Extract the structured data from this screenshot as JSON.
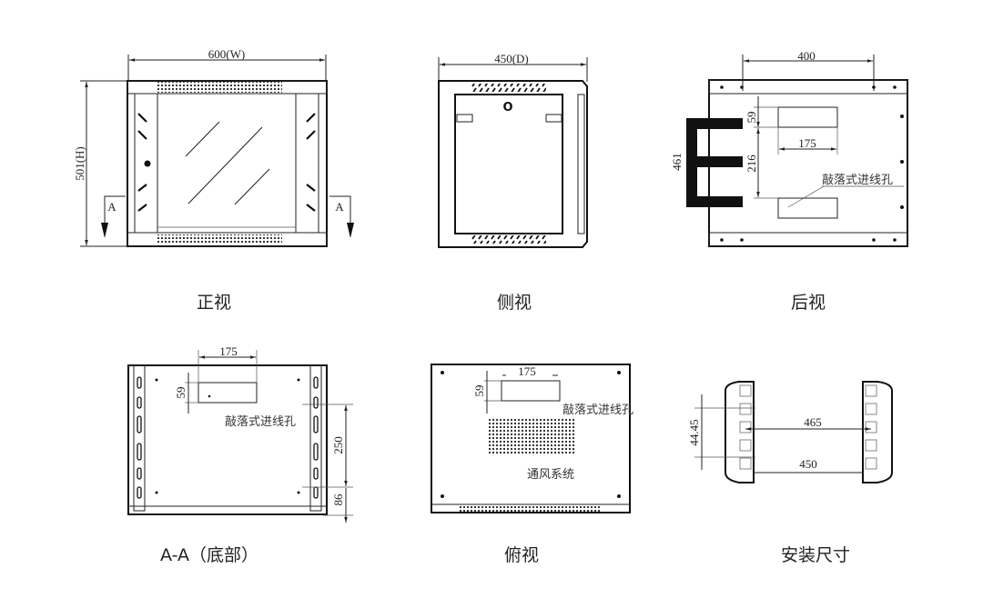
{
  "views": {
    "front": {
      "caption": "正视",
      "width_label": "600(W)",
      "height_label": "501(H)",
      "section_marker": "A"
    },
    "side": {
      "caption": "侧视",
      "depth_label": "450(D)"
    },
    "rear": {
      "caption": "后视",
      "dim_400": "400",
      "dim_59": "59",
      "dim_175": "175",
      "dim_216": "216",
      "dim_461": "461",
      "note": "敲落式进线孔"
    },
    "bottom": {
      "caption": "A-A（底部）",
      "dim_175": "175",
      "dim_59": "59",
      "dim_250": "250",
      "dim_86": "86",
      "note": "敲落式进线孔"
    },
    "top": {
      "caption": "俯视",
      "dim_175": "175",
      "dim_59": "59",
      "note_knockout": "敲落式进线孔",
      "note_vent": "通风系统"
    },
    "mounting": {
      "caption": "安装尺寸",
      "dim_pitch": "44.45",
      "dim_465": "465",
      "dim_450": "450"
    }
  }
}
